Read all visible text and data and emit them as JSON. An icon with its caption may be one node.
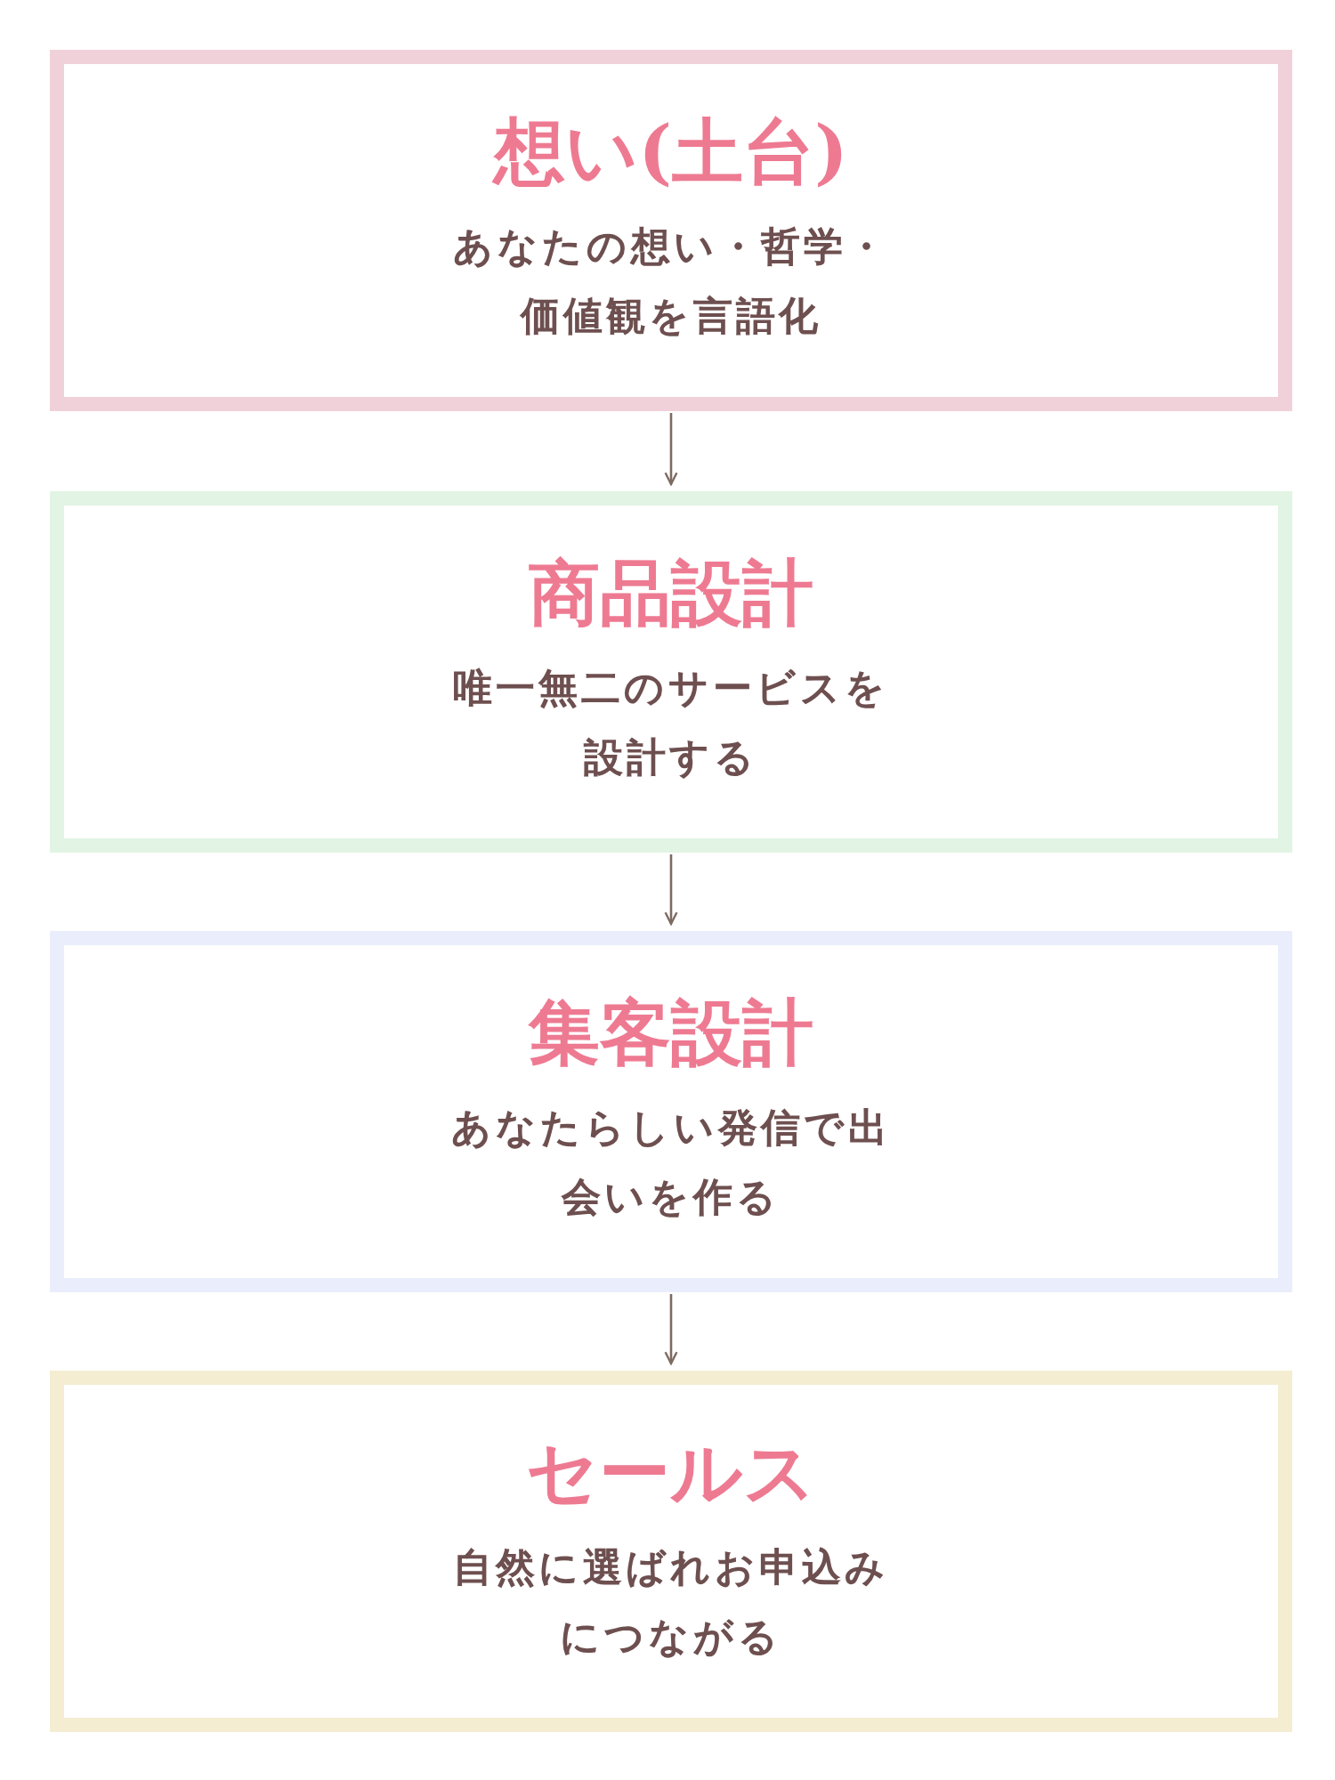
{
  "diagram": {
    "nodes": [
      {
        "text": [
          "想い(土台)",
          "あなたの想い・哲学・価値観を言語化"
        ]
      },
      {
        "text": [
          "商品設計",
          "唯一無二のサービスを設計する"
        ]
      },
      {
        "text": [
          "集客設計",
          "あなたらしい発信で出会いを作る"
        ]
      },
      {
        "text": [
          "セールス",
          "自然に選ばれお申込みにつながる"
        ]
      }
    ],
    "edges": [
      {
        "from": 0,
        "to": 1,
        "arrow": "to"
      },
      {
        "from": 1,
        "to": 2,
        "arrow": "to"
      },
      {
        "from": 2,
        "to": 3,
        "arrow": "to"
      }
    ]
  }
}
